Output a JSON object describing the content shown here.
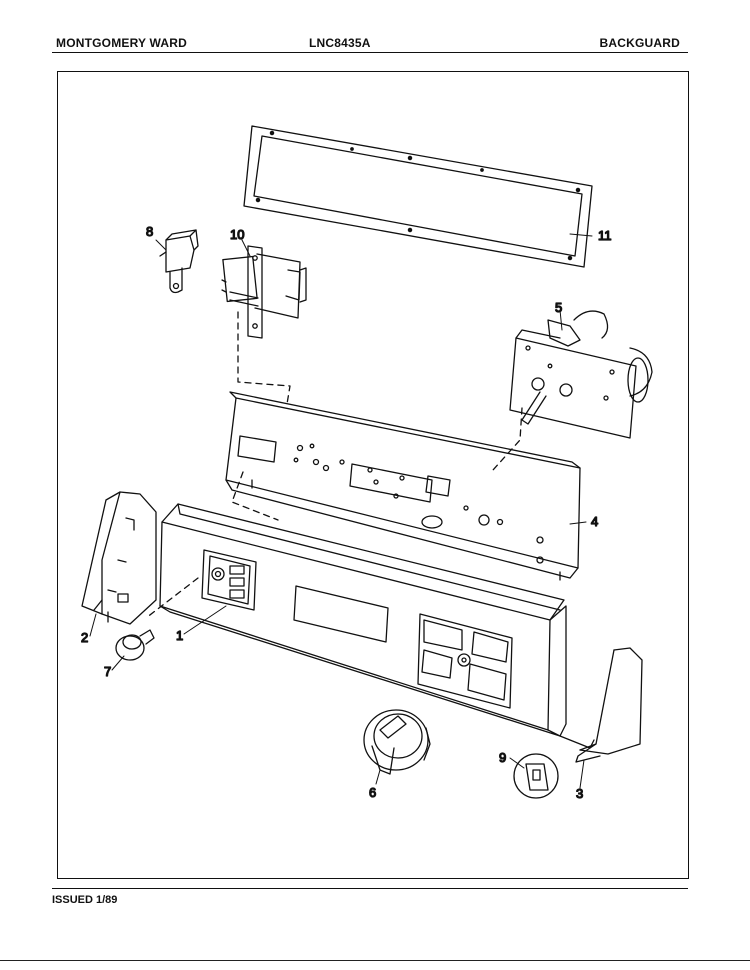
{
  "header": {
    "left": "MONTGOMERY WARD",
    "center": "LNC8435A",
    "right": "BACKGUARD"
  },
  "footer": {
    "issued": "ISSUED 1/89"
  },
  "callouts": {
    "c1": "1",
    "c2": "2",
    "c3": "3",
    "c4": "4",
    "c5": "5",
    "c6": "6",
    "c7": "7",
    "c8": "8",
    "c9": "9",
    "c10": "10",
    "c11": "11"
  }
}
